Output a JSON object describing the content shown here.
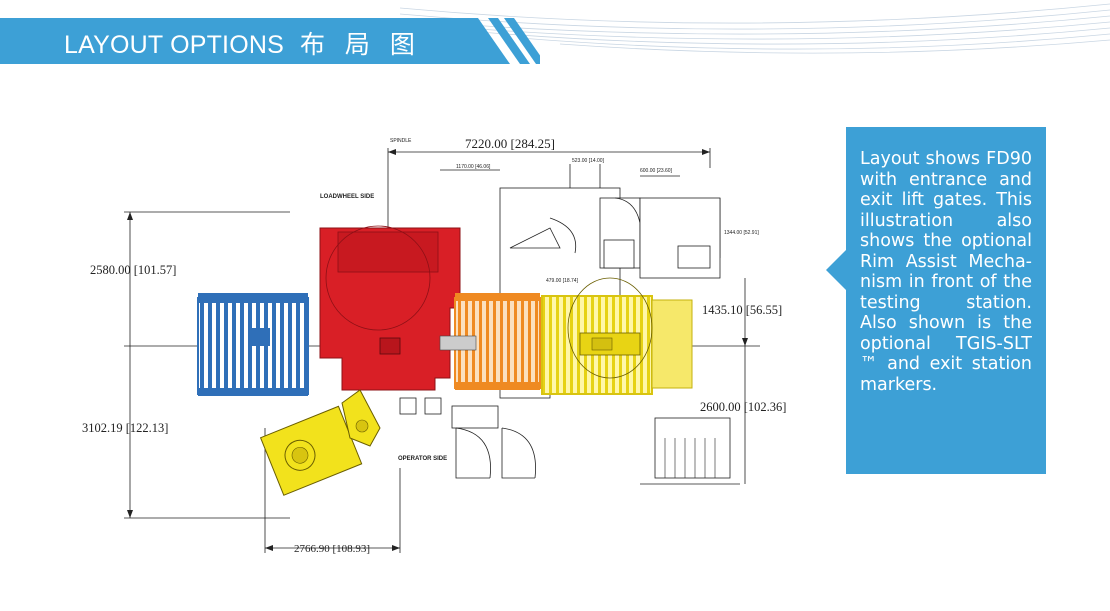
{
  "header": {
    "title": "LAYOUT OPTIONS",
    "title_cn": "布 局 图",
    "accent_color": "#3da0d6"
  },
  "diagram": {
    "dimensions": {
      "top_width": "7220.00 [284.25]",
      "left_upper": "2580.00 [101.57]",
      "left_lower": "3102.19 [122.13]",
      "right_upper": "1435.10 [56.55]",
      "right_lower": "2600.00 [102.36]",
      "bottom_width": "2766.90 [108.93]"
    },
    "labels": {
      "loadwheel_side": "LOADWHEEL SIDE",
      "operator_side": "OPERATOR SIDE",
      "spindle": "SPINDLE"
    },
    "small_labels": {
      "d1": "1170.00 [46.06]",
      "d2": "523.00 [14.00]",
      "d3": "600.00 [23.60]",
      "d4": "1344.00 [52.91]",
      "d5": "479.00 [18.74]"
    },
    "section_colors": {
      "entrance": "#2f6fb8",
      "tester": "#d91f26",
      "orange": "#ef8a22",
      "yellow": "#f2e21c",
      "yellow_light": "#f6e86a"
    }
  },
  "info": {
    "text": "Layout shows FD90 with entrance and exit lift gates. This illustration also shows the optional Rim Assist Mecha-nism in front of the testing station. Also shown is the optional TGIS-SLT ™ and exit station markers."
  }
}
